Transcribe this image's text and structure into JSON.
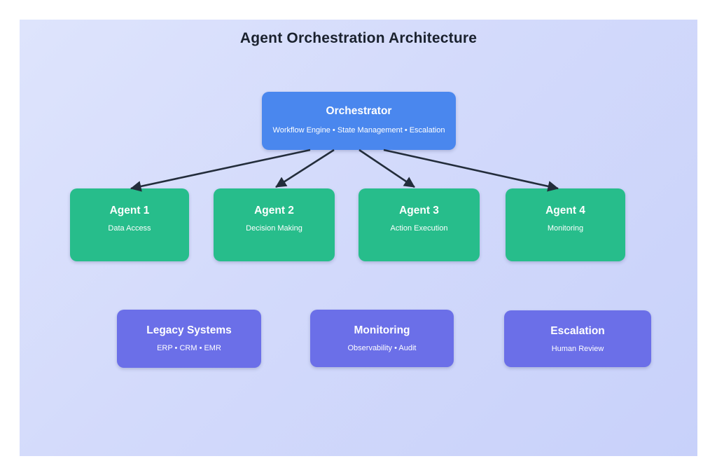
{
  "title": "Agent Orchestration Architecture",
  "nodes": {
    "orchestrator": {
      "label": "Orchestrator",
      "sublabel": "Workflow Engine • State Management • Escalation"
    },
    "agent1": {
      "label": "Agent 1",
      "sublabel": "Data Access"
    },
    "agent2": {
      "label": "Agent 2",
      "sublabel": "Decision Making"
    },
    "agent3": {
      "label": "Agent 3",
      "sublabel": "Action Execution"
    },
    "agent4": {
      "label": "Agent 4",
      "sublabel": "Monitoring"
    },
    "legacy": {
      "label": "Legacy Systems",
      "sublabel": "ERP • CRM • EMR"
    },
    "monitoring": {
      "label": "Monitoring",
      "sublabel": "Observability • Audit"
    },
    "escalation": {
      "label": "Escalation",
      "sublabel": "Human Review"
    }
  },
  "edges": [
    {
      "from": "Orchestrator",
      "to": "Agent 1"
    },
    {
      "from": "Orchestrator",
      "to": "Agent 2"
    },
    {
      "from": "Orchestrator",
      "to": "Agent 3"
    },
    {
      "from": "Orchestrator",
      "to": "Agent 4"
    }
  ],
  "colors": {
    "orchestrator_fill": "#4a87ee",
    "agent_fill": "#27bd8b",
    "support_fill": "#6b6fe8",
    "arrow": "#232d3b",
    "title_text": "#1a212e",
    "node_text": "#ffffff",
    "canvas_gradient_start": "#dee4fc",
    "canvas_gradient_end": "#c8d1fa",
    "page_background": "#ffffff"
  }
}
